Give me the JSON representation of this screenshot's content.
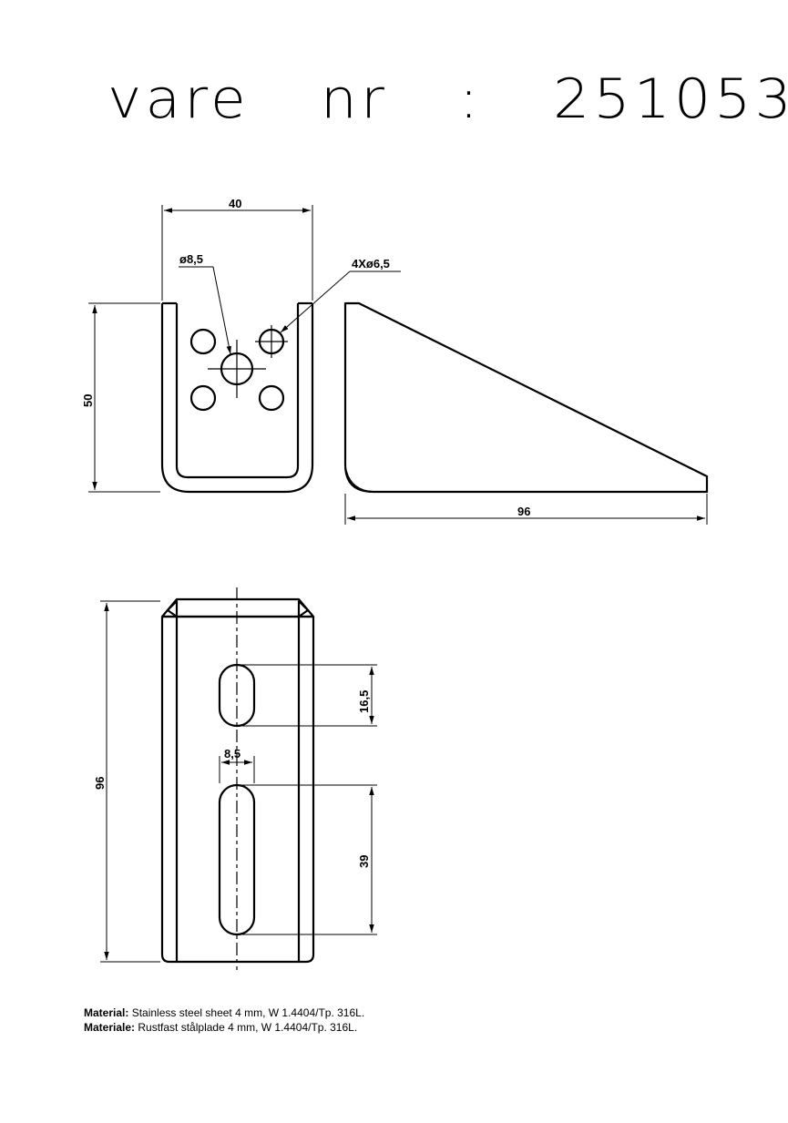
{
  "title": {
    "text": "vare  nr  :  251053"
  },
  "dimensions": {
    "width_top": "40",
    "hole_center": "ø8,5",
    "holes_small": "4Xø6,5",
    "height_front": "50",
    "length_side": "96",
    "length_plan": "96",
    "slot_upper": "16,5",
    "slot_width": "8,5",
    "slot_lower": "39"
  },
  "material": {
    "en_label": "Material:",
    "en_text": " Stainless steel sheet 4 mm, W 1.4404/Tp. 316L.",
    "da_label": "Materiale:",
    "da_text": " Rustfast stålplade 4 mm, W 1.4404/Tp. 316L."
  }
}
